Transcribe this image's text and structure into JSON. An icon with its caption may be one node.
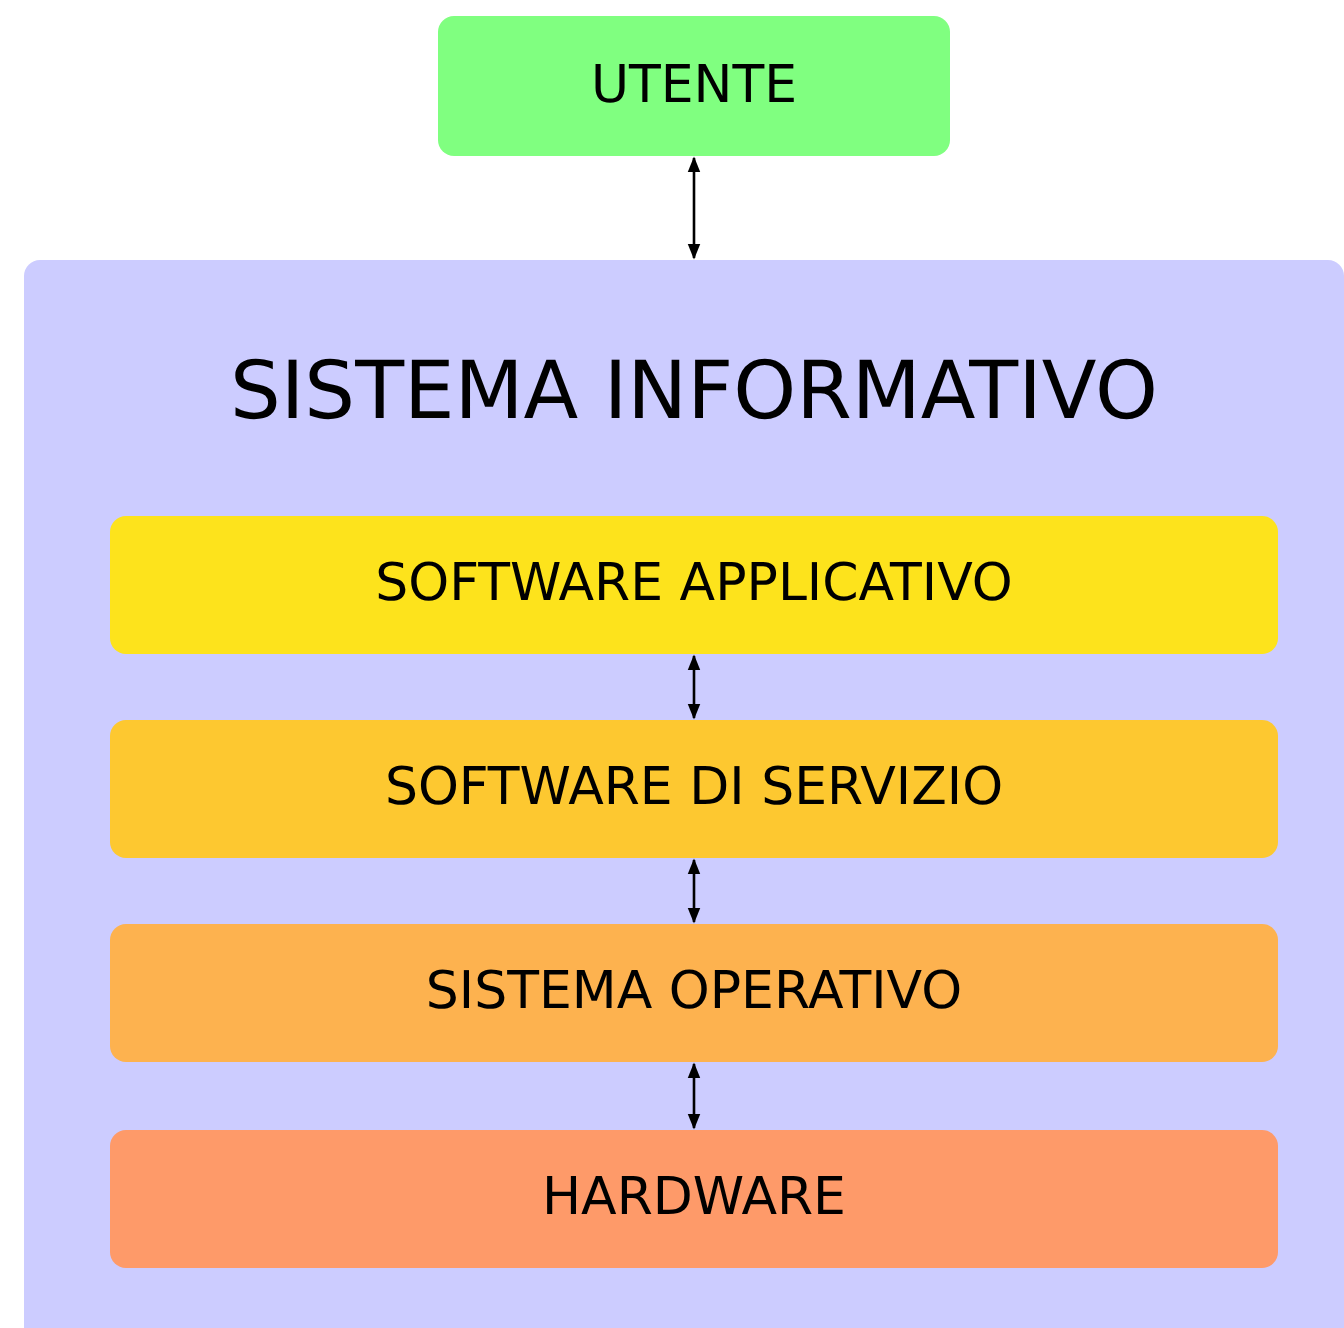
{
  "diagram": {
    "nodes": [
      {
        "text": [
          "UTENTE"
        ]
      },
      {
        "text": [
          "SISTEMA INFORMATIVO"
        ]
      },
      {
        "text": [
          "SOFTWARE APPLICATIVO"
        ],
        "in": 1
      },
      {
        "text": [
          "SOFTWARE DI SERVIZIO"
        ],
        "in": 1
      },
      {
        "text": [
          "SISTEMA OPERATIVO"
        ],
        "in": 1
      },
      {
        "text": [
          "HARDWARE"
        ],
        "in": 1
      }
    ],
    "edges": [
      {
        "from": 0,
        "to": 1,
        "arrow": "both"
      },
      {
        "from": 2,
        "to": 3,
        "arrow": "both"
      },
      {
        "from": 3,
        "to": 4,
        "arrow": "both"
      },
      {
        "from": 4,
        "to": 5,
        "arrow": "both"
      }
    ]
  }
}
